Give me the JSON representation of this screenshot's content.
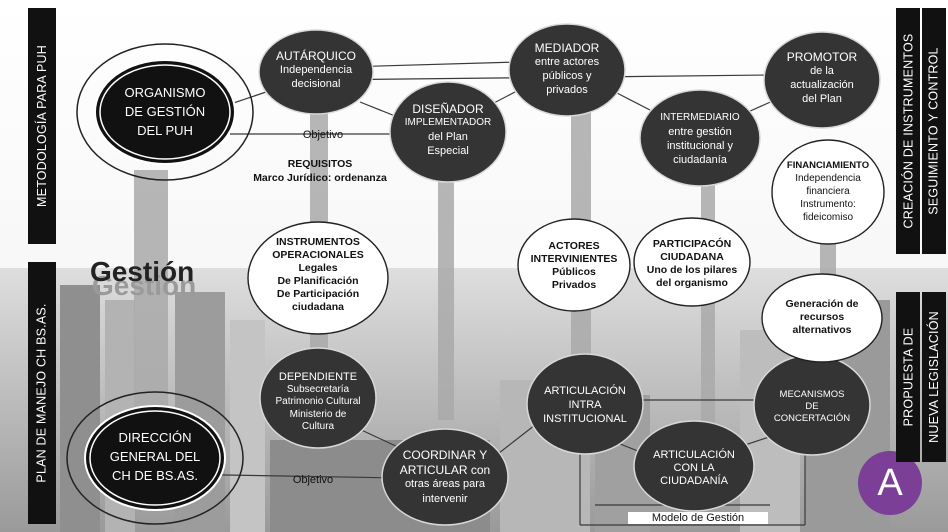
{
  "sidebars": {
    "left_top": "METODOLOGÍA PARA PUH",
    "left_bottom": "PLAN DE MANEJO CH BS.AS.",
    "right_top_1": "CREACIÓN DE INSTRUMENTOS",
    "right_top_2": "SEGUIMIENTO Y CONTROL",
    "right_bottom_1": "PROPUESTA DE",
    "right_bottom_2": "NUEVA LEGISLACIÓN"
  },
  "main_entities": {
    "organismo": [
      "ORGANISMO",
      "DE GESTIÓN",
      "DEL PUH"
    ],
    "direccion": [
      "DIRECCIÓN",
      "GENERAL DEL",
      "CH DE BS.AS."
    ]
  },
  "labels": {
    "objetivo_top": "Objetivo",
    "objetivo_bottom": "Objetivo",
    "gestion": "Gestión",
    "gestion_shadow": "Gestión",
    "requisitos_title": "REQUISITOS",
    "requisitos_sub": "Marco Jurídico: ordenanza",
    "modelo": "Modelo de Gestión",
    "badge": "A"
  },
  "dark_nodes": {
    "autarquico": [
      "AUTÁRQUICO",
      "Independencia",
      "decisional"
    ],
    "mediador": [
      "MEDIADOR",
      "entre actores",
      "públicos y",
      "privados"
    ],
    "promotor": [
      "PROMOTOR",
      "de la",
      "actualización",
      "del Plan"
    ],
    "disenador": [
      "DISEÑADOR",
      "IMPLEMENTADOR",
      "del Plan",
      "Especial"
    ],
    "intermediario": [
      "INTERMEDIARIO",
      "entre gestión",
      "institucional y",
      "ciudadanía"
    ],
    "dependiente": [
      "DEPENDIENTE",
      "Subsecretaría",
      "Patrimonio Cultural",
      "Ministerio de",
      "Cultura"
    ],
    "coordinar": [
      "COORDINAR Y",
      "ARTICULAR con",
      "otras áreas para",
      "intervenir"
    ],
    "articulacion_intra": [
      "ARTICULACIÓN",
      "INTRA",
      "INSTITUCIONAL"
    ],
    "mecanismos": [
      "MECANISMOS",
      "DE",
      "CONCERTACIÓN"
    ],
    "articulacion_ciudadania": [
      "ARTICULACIÓN",
      "CON LA",
      "CIUDADANÍA"
    ]
  },
  "white_nodes": {
    "financiamiento": [
      "FINANCIAMIENTO",
      "Independencia",
      "financiera",
      "Instrumento:",
      "fideicomiso"
    ],
    "instrumentos": [
      "INSTRUMENTOS",
      "OPERACIONALES",
      "Legales",
      "De Planificación",
      "De Participación",
      "ciudadana"
    ],
    "actores": [
      "ACTORES",
      "INTERVINIENTES",
      "Públicos",
      "Privados"
    ],
    "participacion": [
      "PARTICIPACÓN",
      "CIUDADANA",
      "Uno de los pilares",
      "del organismo"
    ],
    "recursos": [
      "Generación de",
      "recursos",
      "alternativos"
    ]
  },
  "colors": {
    "dark_node": "#343434",
    "sidebar": "#111111",
    "badge": "#7b3f98",
    "pillar": "#a9a9a9"
  }
}
